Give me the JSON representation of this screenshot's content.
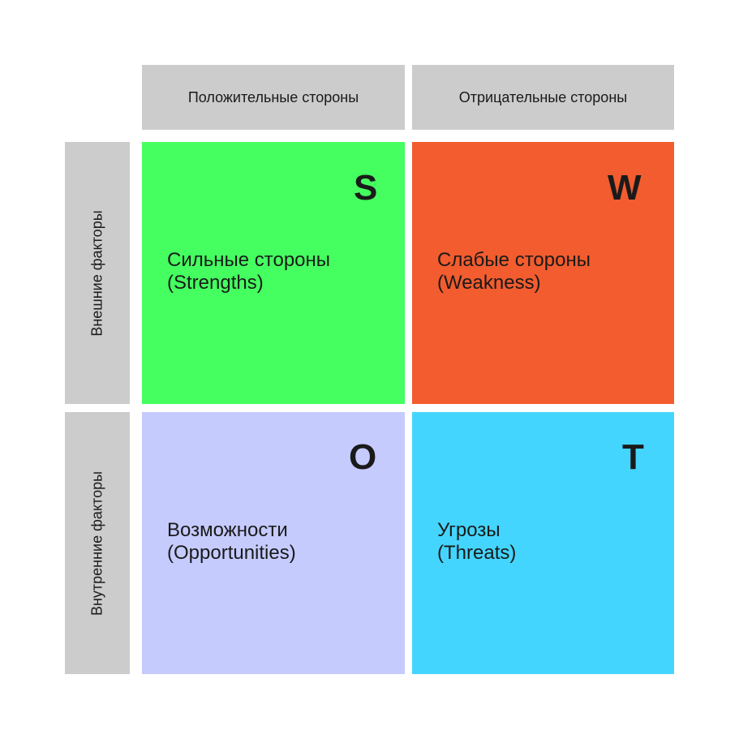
{
  "columns": {
    "positive": "Положительные стороны",
    "negative": "Отрицательные стороны"
  },
  "rows": {
    "external": "Внешние факторы",
    "internal": "Внутренние факторы"
  },
  "quadrants": {
    "s": {
      "letter": "S",
      "title": "Сильные стороны",
      "subtitle": "(Strengths)",
      "color": "#44ff5f"
    },
    "w": {
      "letter": "W",
      "title": "Слабые стороны",
      "subtitle": "(Weakness)",
      "color": "#f25c2e"
    },
    "o": {
      "letter": "O",
      "title": "Возможности",
      "subtitle": "(Opportunities)",
      "color": "#c5cbfd"
    },
    "t": {
      "letter": "T",
      "title": "Угрозы",
      "subtitle": "(Threats)",
      "color": "#44d5ff"
    }
  }
}
